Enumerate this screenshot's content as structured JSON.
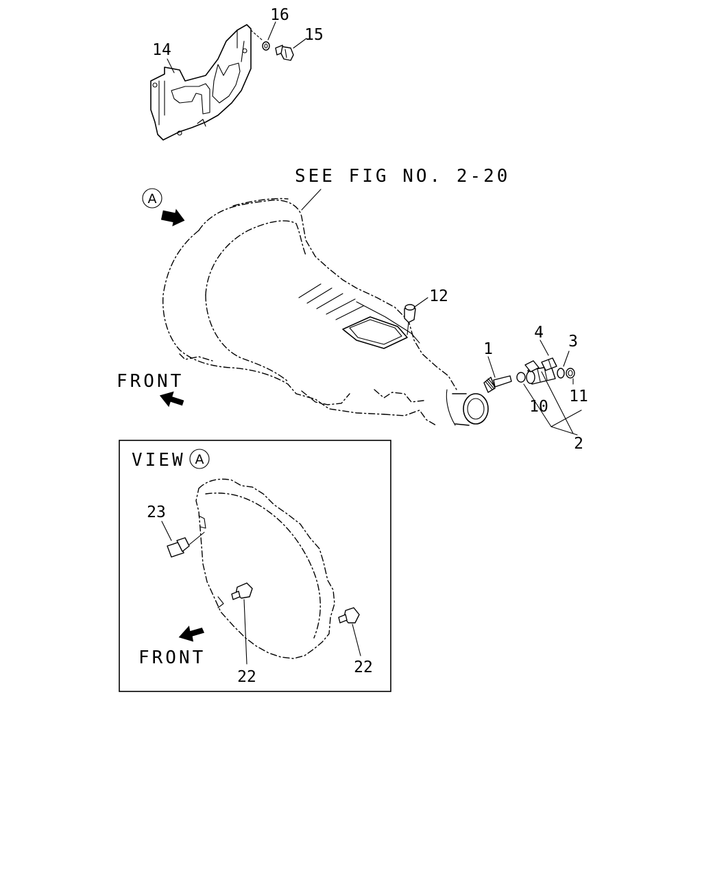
{
  "callouts": {
    "c1": "1",
    "c2": "2",
    "c3": "3",
    "c4": "4",
    "c10": "10",
    "c11": "11",
    "c12": "12",
    "c14": "14",
    "c15": "15",
    "c16": "16",
    "c22a": "22",
    "c22b": "22",
    "c23": "23"
  },
  "notes": {
    "see_fig": "SEE FIG NO. 2-20",
    "front_main": "FRONT",
    "front_view": "FRONT",
    "view_label": "VIEW",
    "view_marker": "A",
    "marker_a": "A"
  }
}
